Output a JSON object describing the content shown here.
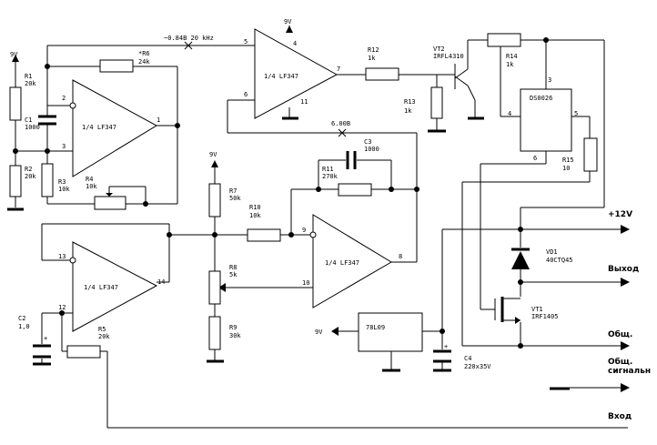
{
  "annotations": {
    "ac_level": "~0.84В 20 kHz",
    "dc_level": "6.00В"
  },
  "supply": {
    "top_left": "9V",
    "top_amp": "9V",
    "mid": "9V",
    "reg_out": "9V"
  },
  "opamps": {
    "u1": "1/4 LF347",
    "u2": "1/4 LF347",
    "u3": "1/4 LF347",
    "u4": "1/4 LF347"
  },
  "pins": {
    "p1": "1",
    "p2": "2",
    "p3": "3",
    "p4": "4",
    "p5": "5",
    "p6": "6",
    "p7": "7",
    "p8": "8",
    "p9": "9",
    "p10": "10",
    "p11": "11",
    "p12": "12",
    "p13": "13",
    "p14": "14",
    "d3": "3",
    "d4": "4",
    "d5": "5",
    "d6": "6"
  },
  "components": {
    "R1": {
      "name": "R1",
      "value": "20k"
    },
    "R2": {
      "name": "R2",
      "value": "20k"
    },
    "R3": {
      "name": "R3",
      "value": "10k"
    },
    "R4": {
      "name": "R4",
      "value": "10k"
    },
    "R5": {
      "name": "R5",
      "value": "20k"
    },
    "R6": {
      "name": "*R6",
      "value": "24k"
    },
    "R7": {
      "name": "R7",
      "value": "50k"
    },
    "R8": {
      "name": "R8",
      "value": "5k"
    },
    "R9": {
      "name": "R9",
      "value": "30k"
    },
    "R10": {
      "name": "R10",
      "value": "10k"
    },
    "R11": {
      "name": "R11",
      "value": "270k"
    },
    "R12": {
      "name": "R12",
      "value": "1k"
    },
    "R13": {
      "name": "R13",
      "value": "1k"
    },
    "R14": {
      "name": "R14",
      "value": "1k"
    },
    "R15": {
      "name": "R15",
      "value": "10"
    },
    "C1": {
      "name": "C1",
      "value": "1000"
    },
    "C2": {
      "name": "C2",
      "value": "1,0"
    },
    "C3": {
      "name": "C3",
      "value": "1000"
    },
    "C4": {
      "name": "C4",
      "value": "220x35V"
    },
    "VT1": {
      "name": "VT1",
      "value": "IRF1405"
    },
    "VT2": {
      "name": "VT2",
      "value": "IRFL4310"
    },
    "VD1": {
      "name": "VD1",
      "value": "40CTQ45"
    },
    "DD": {
      "name": "DS0026"
    },
    "REG": {
      "name": "78L09"
    },
    "C2_plus": "+",
    "C4_plus": "+"
  },
  "terminals": {
    "plus12": "+12V",
    "output": "Выход",
    "common": "Общ.",
    "common_signal": "Общ. сигнальн",
    "input": "Вход"
  }
}
